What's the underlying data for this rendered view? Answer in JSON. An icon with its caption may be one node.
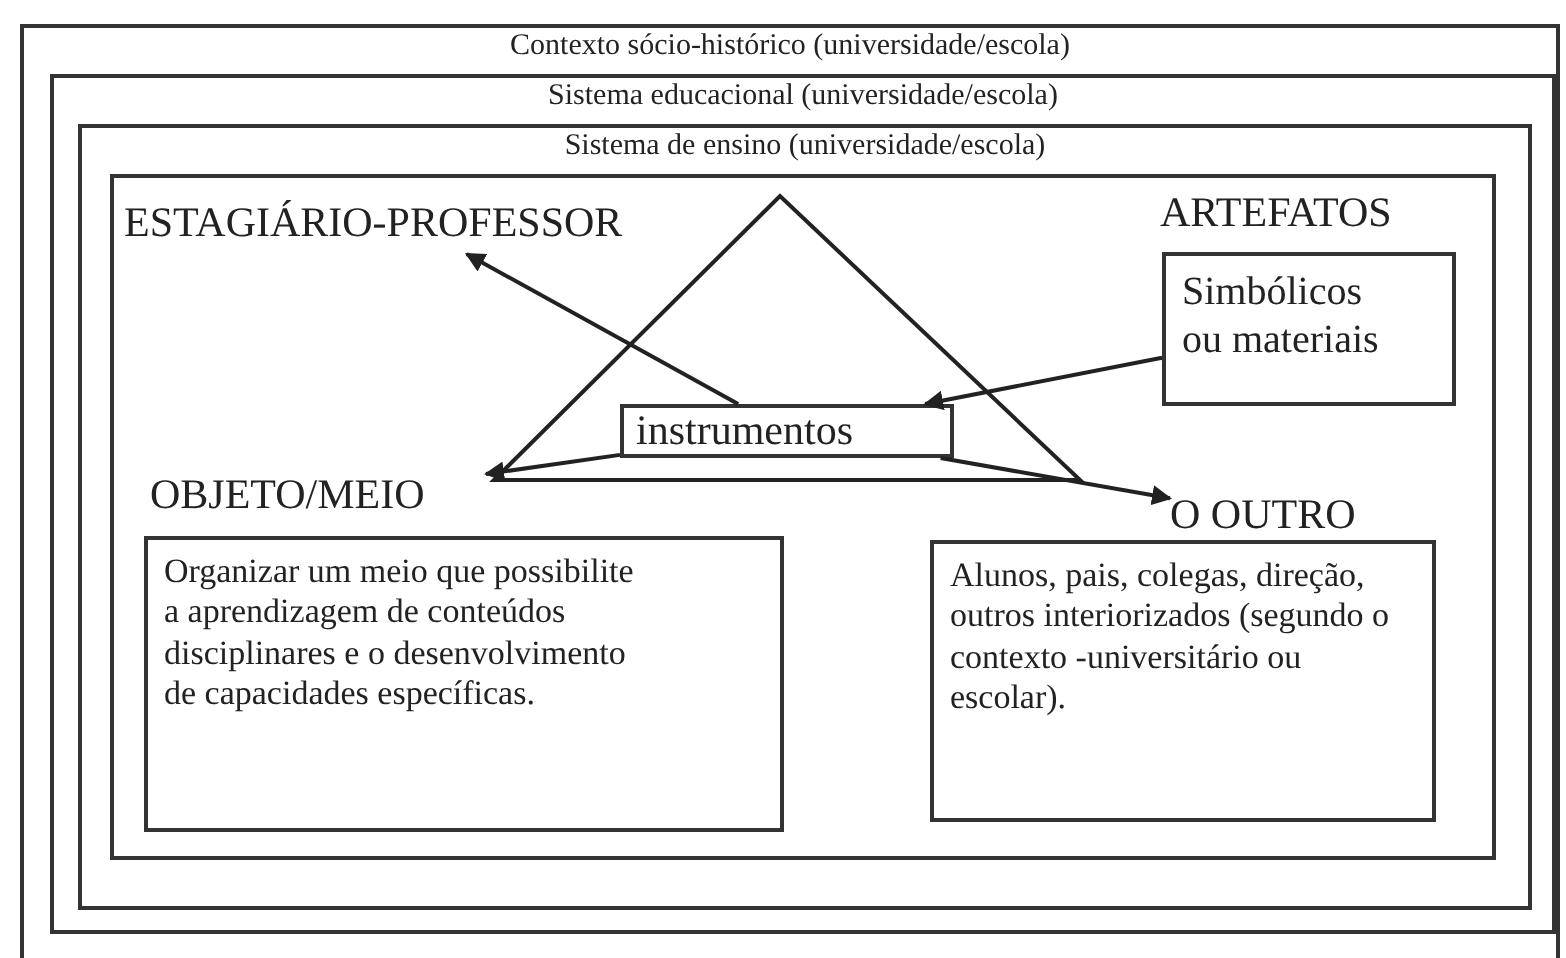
{
  "diagram": {
    "nodes": [
      {
        "text": [
          "Contexto sócio-histórico (universidade/escola)"
        ]
      },
      {
        "text": [
          "Sistema educacional (universidade/escola)"
        ],
        "in": 0
      },
      {
        "text": [
          "Sistema de ensino (universidade/escola)"
        ],
        "in": 1
      },
      {
        "text": [],
        "shape": "box",
        "in": 2
      },
      {
        "text": [
          "ESTAGIÁRIO-PROFESSOR"
        ],
        "in": 3
      },
      {
        "text": [
          "ARTEFATOS"
        ],
        "in": 3
      },
      {
        "text": [
          "Simbólicos ou materiais"
        ],
        "in": 3
      },
      {
        "text": [
          "instrumentos"
        ],
        "in": 3
      },
      {
        "text": [
          "OBJETO/MEIO"
        ],
        "in": 3
      },
      {
        "text": [
          "O OUTRO"
        ],
        "in": 3
      },
      {
        "text": [
          "Organizar um meio que possibilite a aprendizagem de conteúdos disciplinares e o desenvolvimento de capacidades específicas."
        ],
        "in": 3
      },
      {
        "text": [
          "Alunos, pais, colegas, direção, outros interiorizados (segundo o contexto -universitário ou escolar)."
        ],
        "in": 3
      }
    ],
    "edges": [
      {
        "from": 7,
        "to": 4,
        "arrow": "to"
      },
      {
        "from": 6,
        "to": 7,
        "arrow": "to"
      },
      {
        "from": 7,
        "to": 8,
        "arrow": "to"
      },
      {
        "from": 7,
        "to": 9,
        "arrow": "to"
      }
    ]
  }
}
